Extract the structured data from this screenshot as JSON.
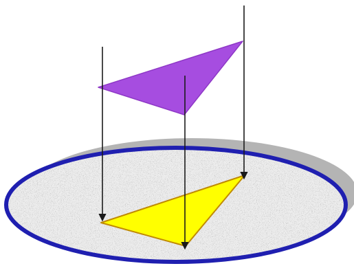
{
  "diagram": {
    "kind": "parallel projection of a triangle onto a plane",
    "colors": {
      "background": "#ffffff",
      "plane_fill": "#ececec",
      "plane_speckle": "#b9b9b9",
      "plane_rim": "#1f1fb0",
      "plane_shadow": "#a7a7a7",
      "source_triangle": "#a64de0",
      "image_triangle": "#ffff00",
      "image_triangle_edge": "#c08a00",
      "projector_line": "#1a1a1a"
    },
    "elements": [
      {
        "name": "plane-shadow",
        "shape": "ellipse"
      },
      {
        "name": "plane-disc",
        "shape": "ellipse"
      },
      {
        "name": "source-triangle",
        "shape": "triangle"
      },
      {
        "name": "image-triangle",
        "shape": "triangle"
      },
      {
        "name": "projector-line",
        "count": 3,
        "style": "arrow"
      }
    ]
  }
}
